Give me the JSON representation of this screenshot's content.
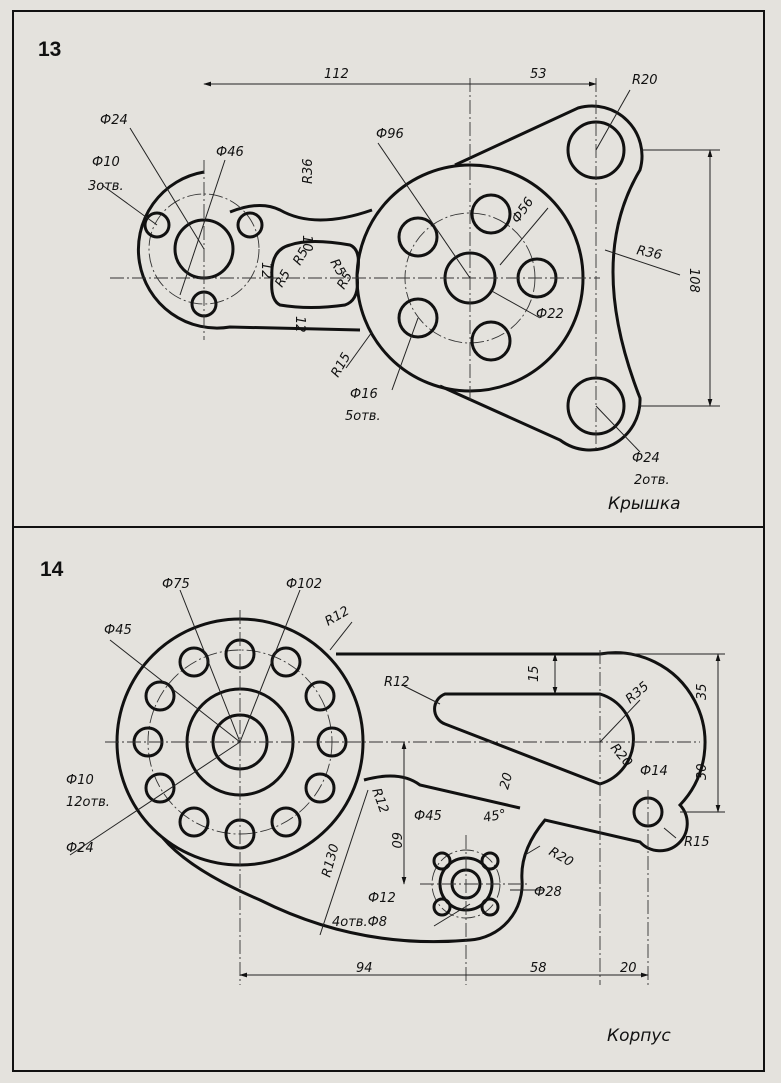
{
  "drawing13": {
    "number": "13",
    "part_name": "Крышка",
    "dims": {
      "d112": "112",
      "d53": "53",
      "r20": "R20",
      "phi24a": "Ф24",
      "phi10": "Ф10",
      "holes3": "3отв.",
      "phi46": "Ф46",
      "r36a": "R36",
      "phi96": "Ф96",
      "phi56": "Ф56",
      "d10": "10",
      "d12a": "12",
      "r5a": "R5",
      "r5b": "R5",
      "r5c": "R5",
      "r5d": "R5",
      "d12b": "12",
      "r36b": "R36",
      "d108": "108",
      "phi22": "Ф22",
      "r15": "R15",
      "phi16": "Ф16",
      "holes5": "5отв.",
      "phi24b": "Ф24",
      "holes2": "2отв."
    }
  },
  "drawing14": {
    "number": "14",
    "part_name": "Корпус",
    "dims": {
      "phi75": "Ф75",
      "phi102": "Ф102",
      "phi45a": "Ф45",
      "r12a": "R12",
      "r12b": "R12",
      "d15": "15",
      "d35": "35",
      "r35": "R35",
      "r20a": "R20",
      "d30": "30",
      "phi14": "Ф14",
      "d20a": "20",
      "phi10": "Ф10",
      "holes12": "12отв.",
      "r12c": "R12",
      "d60": "60",
      "phi45b": "Ф45",
      "a45": "45°",
      "r20b": "R20",
      "r15": "R15",
      "phi24": "Ф24",
      "r130": "R130",
      "phi12": "Ф12",
      "phi28": "Ф28",
      "holes4": "4отв.Ф8",
      "d94": "94",
      "d58": "58",
      "d20b": "20"
    }
  }
}
